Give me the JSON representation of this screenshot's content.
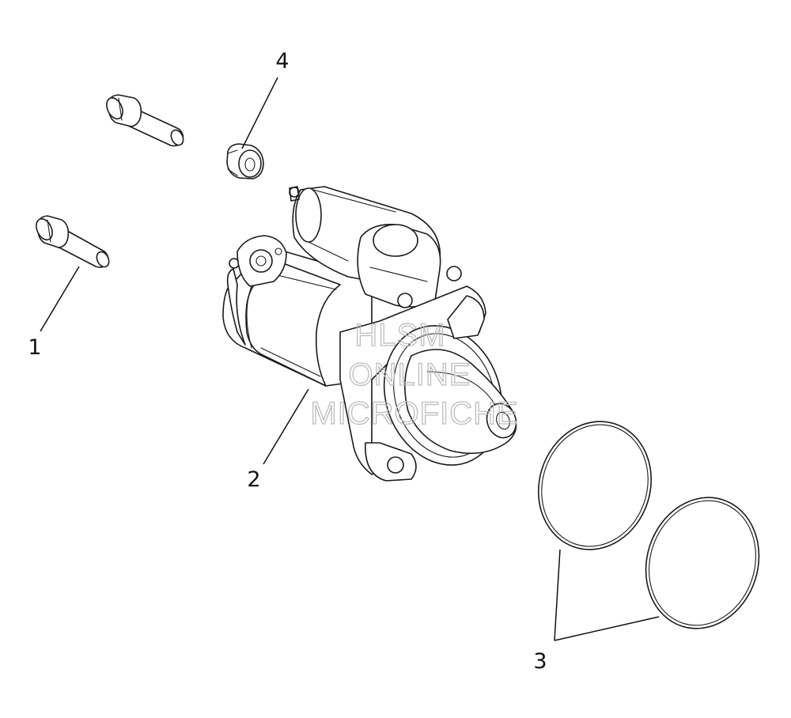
{
  "diagram": {
    "callouts": [
      {
        "id": "1",
        "label": "1"
      },
      {
        "id": "2",
        "label": "2"
      },
      {
        "id": "3",
        "label": "3"
      },
      {
        "id": "4",
        "label": "4"
      }
    ],
    "watermark": {
      "line1": "HLSM",
      "line2": "ONLINE",
      "line3": "MICROFICHE"
    }
  }
}
